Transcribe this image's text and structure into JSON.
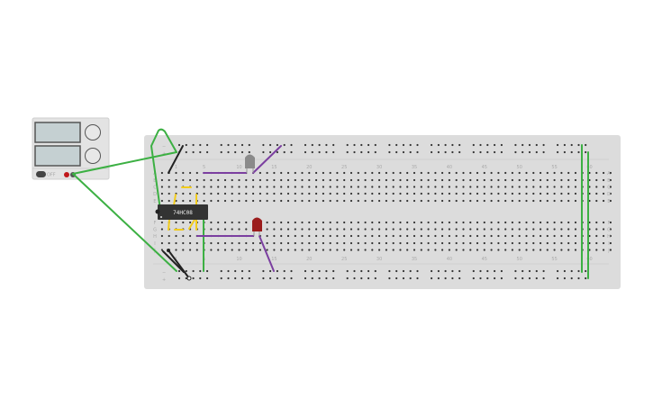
{
  "power_supply": {
    "switch_label": "OFF",
    "colors": {
      "body": "#e0e0e0",
      "display": "#c5d0d2",
      "positive": "#c0171a",
      "negative": "#444444"
    }
  },
  "breadboard": {
    "column_numbers": [
      "1",
      "5",
      "10",
      "15",
      "20",
      "25",
      "30",
      "35",
      "40",
      "45",
      "50",
      "55",
      "60"
    ],
    "row_letters_top": [
      "A",
      "B",
      "C",
      "D",
      "E"
    ],
    "row_letters_bottom": [
      "F",
      "G",
      "H",
      "I",
      "J"
    ],
    "rail_marks": [
      "−",
      "+"
    ]
  },
  "chip": {
    "label": "74HC08"
  },
  "leds": [
    {
      "color": "#8a8a8a",
      "state": "off"
    },
    {
      "color": "#9b1c1c",
      "state": "off"
    }
  ],
  "wire_colors": {
    "green": "#3cb043",
    "purple": "#7b3fa0",
    "black": "#222222",
    "yellow": "#f2cc1c"
  }
}
